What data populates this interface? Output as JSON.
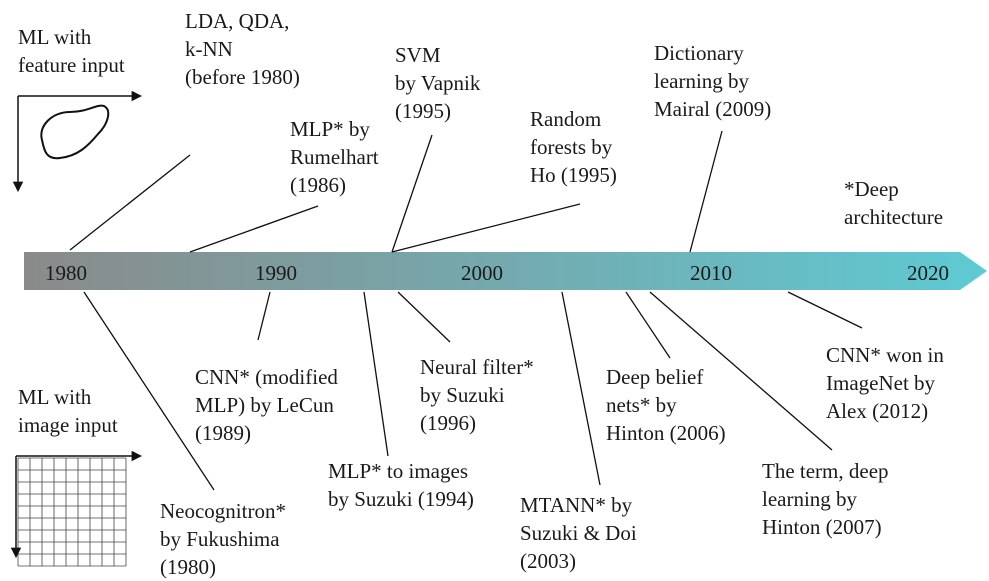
{
  "feature_panel": {
    "title_lines": [
      "ML with",
      "feature input"
    ]
  },
  "image_panel": {
    "title_lines": [
      "ML with",
      "image input"
    ]
  },
  "legend_note": [
    "*Deep",
    "architecture"
  ],
  "timeline": {
    "years": [
      "1980",
      "1990",
      "2000",
      "2010",
      "2020"
    ],
    "colors": {
      "start": "#8a8a8a",
      "end": "#5ecad3"
    }
  },
  "events_top": [
    {
      "lines": [
        "LDA, QDA,",
        "k-NN",
        "(before 1980)"
      ]
    },
    {
      "lines": [
        "MLP* by",
        "Rumelhart",
        "(1986)"
      ]
    },
    {
      "lines": [
        "SVM",
        "by Vapnik",
        "(1995)"
      ]
    },
    {
      "lines": [
        "Random",
        "forests by",
        "Ho (1995)"
      ]
    },
    {
      "lines": [
        "Dictionary",
        "learning by",
        "Mairal (2009)"
      ]
    }
  ],
  "events_bottom": [
    {
      "lines": [
        "Neocognitron*",
        "by Fukushima",
        "(1980)"
      ]
    },
    {
      "lines": [
        "CNN* (modified",
        "MLP) by LeCun",
        "(1989)"
      ]
    },
    {
      "lines": [
        "MLP* to images",
        "by Suzuki (1994)"
      ]
    },
    {
      "lines": [
        "Neural filter*",
        "by Suzuki",
        "(1996)"
      ]
    },
    {
      "lines": [
        "MTANN* by",
        "Suzuki & Doi",
        "(2003)"
      ]
    },
    {
      "lines": [
        "Deep belief",
        "nets* by",
        "Hinton (2006)"
      ]
    },
    {
      "lines": [
        "The term, deep",
        "learning by",
        "Hinton (2007)"
      ]
    },
    {
      "lines": [
        "CNN* won in",
        "ImageNet by",
        "Alex (2012)"
      ]
    }
  ]
}
